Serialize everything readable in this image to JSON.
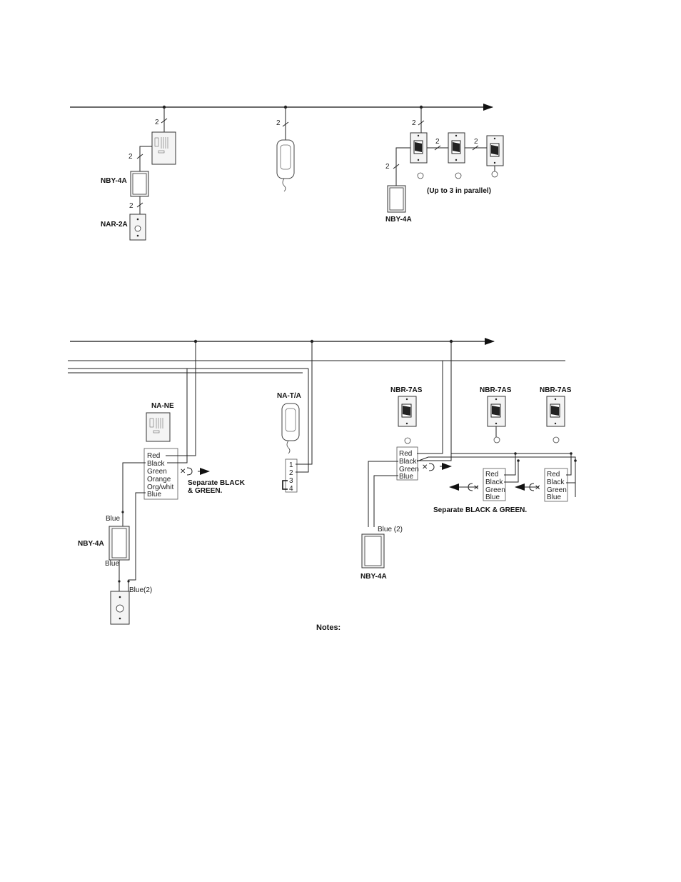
{
  "diagram1": {
    "wire_counts": [
      "2",
      "2",
      "2",
      "2",
      "2",
      "2",
      "2",
      "2"
    ],
    "labels": {
      "nby4a_left": "NBY-4A",
      "nar2a": "NAR-2A",
      "up_to_3": "(Up to 3 in parallel)",
      "nby4a_right": "NBY-4A"
    }
  },
  "diagram2": {
    "device_labels": {
      "nane": "NA-NE",
      "nata": "NA-T/A",
      "nbr7as_1": "NBR-7AS",
      "nbr7as_2": "NBR-7AS",
      "nbr7as_3": "NBR-7AS",
      "nby4a_left": "NBY-4A",
      "nby4a_right": "NBY-4A"
    },
    "nane_terminals": [
      "Red",
      "Black",
      "Green",
      "Orange",
      "Org/whit",
      "Blue"
    ],
    "nata_terminals": [
      "1",
      "2",
      "3",
      "4"
    ],
    "nbr_main_terminals": [
      "Red",
      "Black",
      "Green",
      "Blue"
    ],
    "nbr_terminals_2": [
      "Red",
      "Black",
      "Green",
      "Blue"
    ],
    "nbr_terminals_3": [
      "Red",
      "Black",
      "Green",
      "Blue"
    ],
    "wire_labels": {
      "blue_top": "Blue",
      "blue_bottom": "Blue",
      "blue2_left": "Blue(2)",
      "blue2_right": "Blue (2)"
    },
    "separate_left_line1": "Separate BLACK",
    "separate_left_line2": "& GREEN.",
    "separate_right": "Separate BLACK & GREEN.",
    "notes": "Notes:"
  }
}
